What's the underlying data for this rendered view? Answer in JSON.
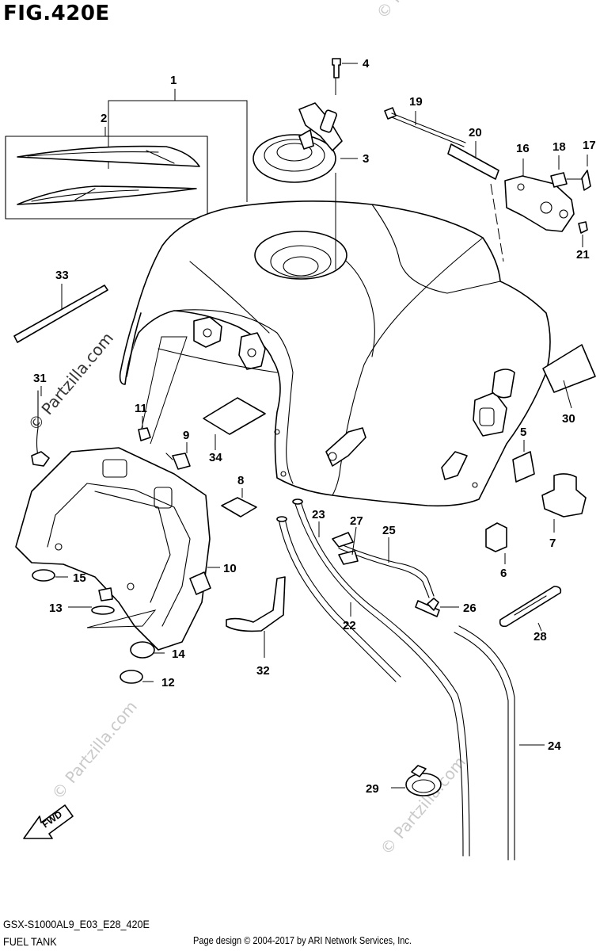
{
  "figure_title": "FIG.420E",
  "model_code": "GSX-S1000AL9_E03_E28_420E",
  "section_name": "FUEL TANK",
  "copyright": "Page design © 2004-2017 by ARI Network Services, Inc.",
  "watermark_text": "© Partzilla.com",
  "fwd_label": "FWD",
  "callouts": [
    "1",
    "2",
    "3",
    "4",
    "5",
    "6",
    "7",
    "8",
    "9",
    "10",
    "11",
    "12",
    "13",
    "14",
    "15",
    "16",
    "17",
    "18",
    "19",
    "20",
    "21",
    "22",
    "23",
    "24",
    "25",
    "26",
    "27",
    "28",
    "29",
    "30",
    "31",
    "32",
    "33",
    "34"
  ]
}
